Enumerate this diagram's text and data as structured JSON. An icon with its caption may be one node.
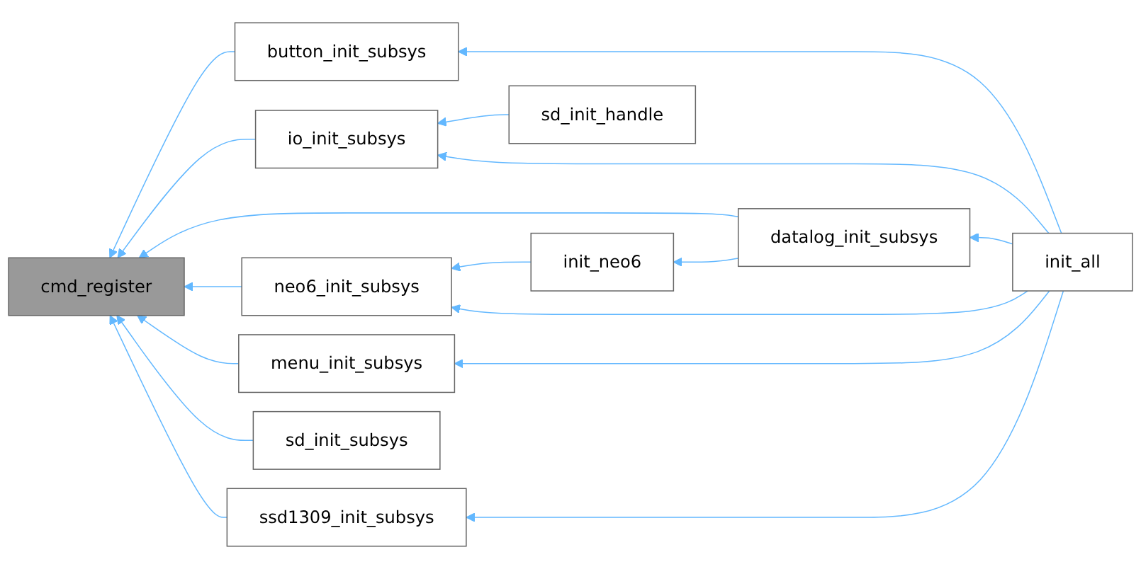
{
  "diagram": {
    "nodes": [
      {
        "text": [
          "button_init_subsys"
        ]
      },
      {
        "text": [
          "sd_init_handle"
        ]
      },
      {
        "text": [
          "io_init_subsys"
        ]
      },
      {
        "text": [
          "datalog_init_subsys"
        ]
      },
      {
        "text": [
          "init_neo6"
        ]
      },
      {
        "text": [
          "neo6_init_subsys"
        ]
      },
      {
        "text": [
          "cmd_register"
        ]
      },
      {
        "text": [
          "init_all"
        ]
      },
      {
        "text": [
          "menu_init_subsys"
        ]
      },
      {
        "text": [
          "sd_init_subsys"
        ]
      },
      {
        "text": [
          "ssd1309_init_subsys"
        ]
      }
    ],
    "edges": [
      {
        "from": 0,
        "to": 6,
        "arrow": "to"
      },
      {
        "from": 2,
        "to": 6,
        "arrow": "to"
      },
      {
        "from": 3,
        "to": 6,
        "arrow": "to"
      },
      {
        "from": 5,
        "to": 6,
        "arrow": "to"
      },
      {
        "from": 8,
        "to": 6,
        "arrow": "to"
      },
      {
        "from": 9,
        "to": 6,
        "arrow": "to"
      },
      {
        "from": 10,
        "to": 6,
        "arrow": "to"
      },
      {
        "from": 1,
        "to": 2,
        "arrow": "to"
      },
      {
        "from": 3,
        "to": 4,
        "arrow": "to"
      },
      {
        "from": 4,
        "to": 5,
        "arrow": "to"
      },
      {
        "from": 7,
        "to": 0,
        "arrow": "to"
      },
      {
        "from": 7,
        "to": 2,
        "arrow": "to"
      },
      {
        "from": 7,
        "to": 3,
        "arrow": "to"
      },
      {
        "from": 7,
        "to": 5,
        "arrow": "to"
      },
      {
        "from": 7,
        "to": 8,
        "arrow": "to"
      },
      {
        "from": 7,
        "to": 10,
        "arrow": "to"
      }
    ]
  }
}
